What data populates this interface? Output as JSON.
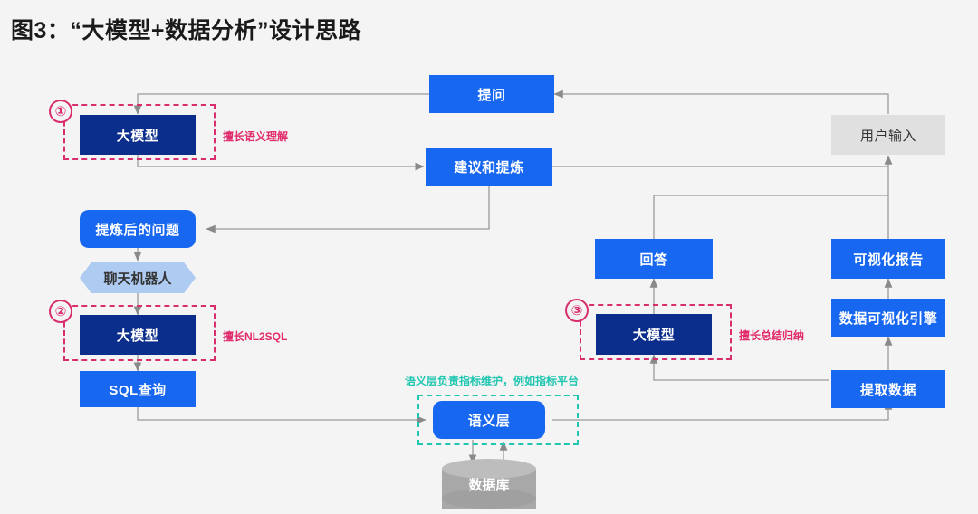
{
  "title": "图3：“大模型+数据分析”设计思路",
  "colors": {
    "background": "#f4f4f4",
    "blue": "#1767f0",
    "navy": "#0b2d8c",
    "gray_node": "#e0e0e0",
    "hex_blue": "#aecbf2",
    "cylinder_gray": "#a8a8a8",
    "accent_pink": "#d92e6e",
    "accent_teal": "#1fc6b0",
    "wire_gray": "#9a9a9a"
  },
  "nodes": {
    "llm1": "大模型",
    "question": "提问",
    "suggest_refine": "建议和提炼",
    "user_input": "用户输入",
    "refined_question": "提炼后的问题",
    "chatbot": "聊天机器人",
    "llm2": "大模型",
    "sql_query": "SQL查询",
    "answer": "回答",
    "llm3": "大模型",
    "viz_report": "可视化报告",
    "viz_engine": "数据可视化引擎",
    "extract_data": "提取数据",
    "semantic_layer": "语义层",
    "database": "数据库"
  },
  "markers": {
    "one": "①",
    "two": "②",
    "three": "③"
  },
  "annotations": {
    "llm1_tag": "擅长语义理解",
    "llm2_tag": "擅长NL2SQL",
    "llm3_tag": "擅长总结归纳",
    "semantic_tag": "语义层负责指标维护，例如指标平台"
  }
}
